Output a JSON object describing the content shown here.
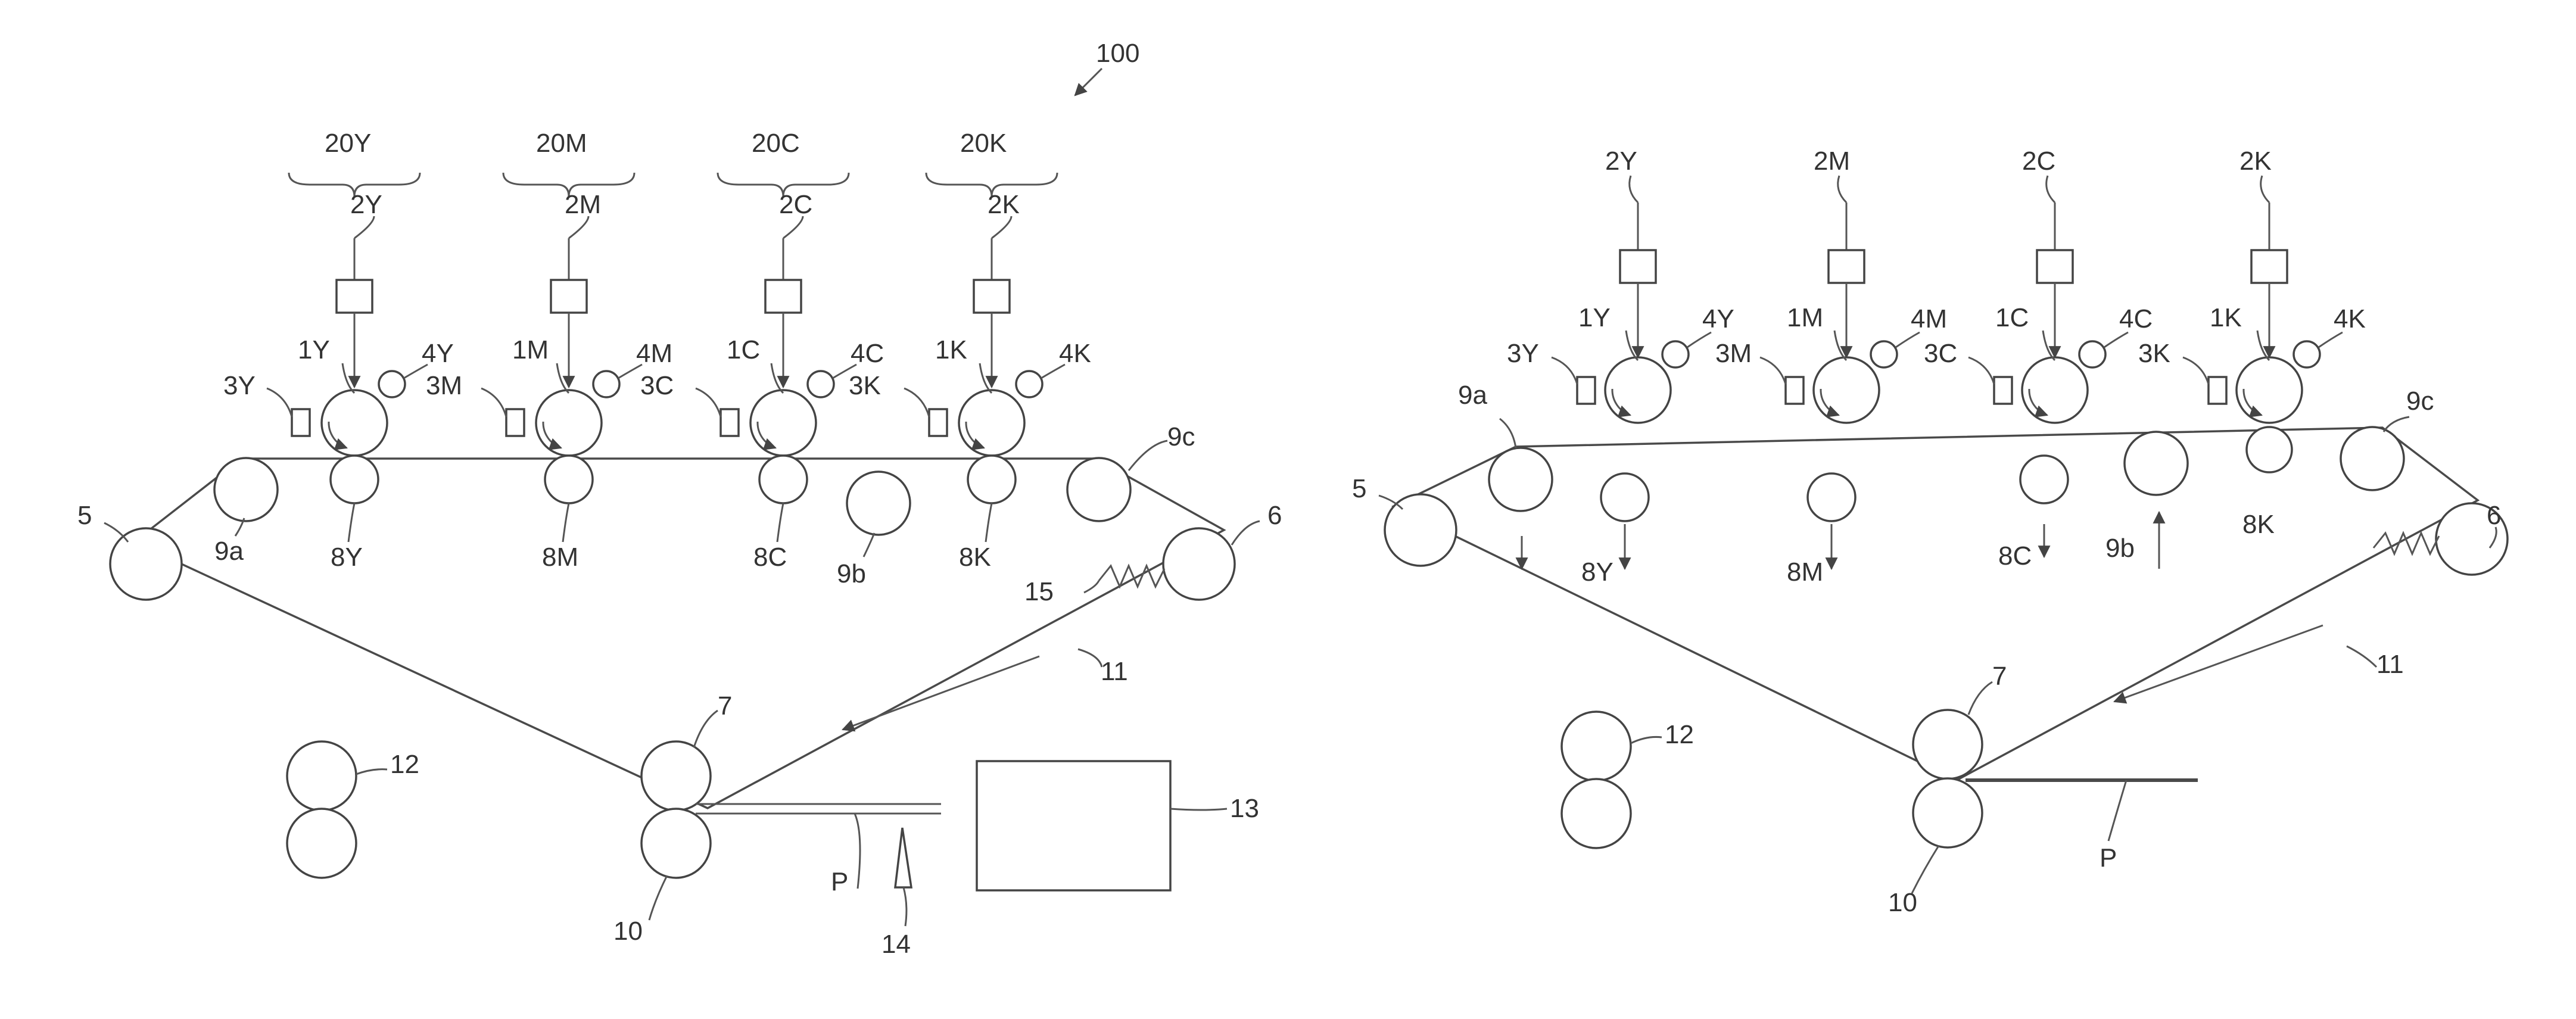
{
  "figure_label": "100",
  "left_diagram": {
    "stations": [
      {
        "unit": "20Y",
        "exposure": "2Y",
        "drum": "1Y",
        "cleaner": "4Y",
        "charger": "3Y",
        "transfer_roller": "8Y"
      },
      {
        "unit": "20M",
        "exposure": "2M",
        "drum": "1M",
        "cleaner": "4M",
        "charger": "3M",
        "transfer_roller": "8M"
      },
      {
        "unit": "20C",
        "exposure": "2C",
        "drum": "1C",
        "cleaner": "4C",
        "charger": "3C",
        "transfer_roller": "8C"
      },
      {
        "unit": "20K",
        "exposure": "2K",
        "drum": "1K",
        "cleaner": "4K",
        "charger": "3K",
        "transfer_roller": "8K"
      }
    ],
    "rollers": {
      "r5": "5",
      "r6": "6",
      "r9a": "9a",
      "r9b": "9b",
      "r9c": "9c",
      "r7": "7",
      "r10": "10",
      "r12": "12"
    },
    "belt": "11",
    "spring": "15",
    "sheet": "P",
    "sensor": "14",
    "box": "13"
  },
  "right_diagram": {
    "stations": [
      {
        "exposure": "2Y",
        "drum": "1Y",
        "cleaner": "4Y",
        "charger": "3Y",
        "transfer_roller": "8Y"
      },
      {
        "exposure": "2M",
        "drum": "1M",
        "cleaner": "4M",
        "charger": "3M",
        "transfer_roller": "8M"
      },
      {
        "exposure": "2C",
        "drum": "1C",
        "cleaner": "4C",
        "charger": "3C",
        "transfer_roller": "8C"
      },
      {
        "exposure": "2K",
        "drum": "1K",
        "cleaner": "4K",
        "charger": "3K",
        "transfer_roller": "8K"
      }
    ],
    "rollers": {
      "r5": "5",
      "r6": "6",
      "r9a": "9a",
      "r9b": "9b",
      "r9c": "9c",
      "r7": "7",
      "r10": "10",
      "r12": "12"
    },
    "belt": "11",
    "sheet": "P"
  }
}
